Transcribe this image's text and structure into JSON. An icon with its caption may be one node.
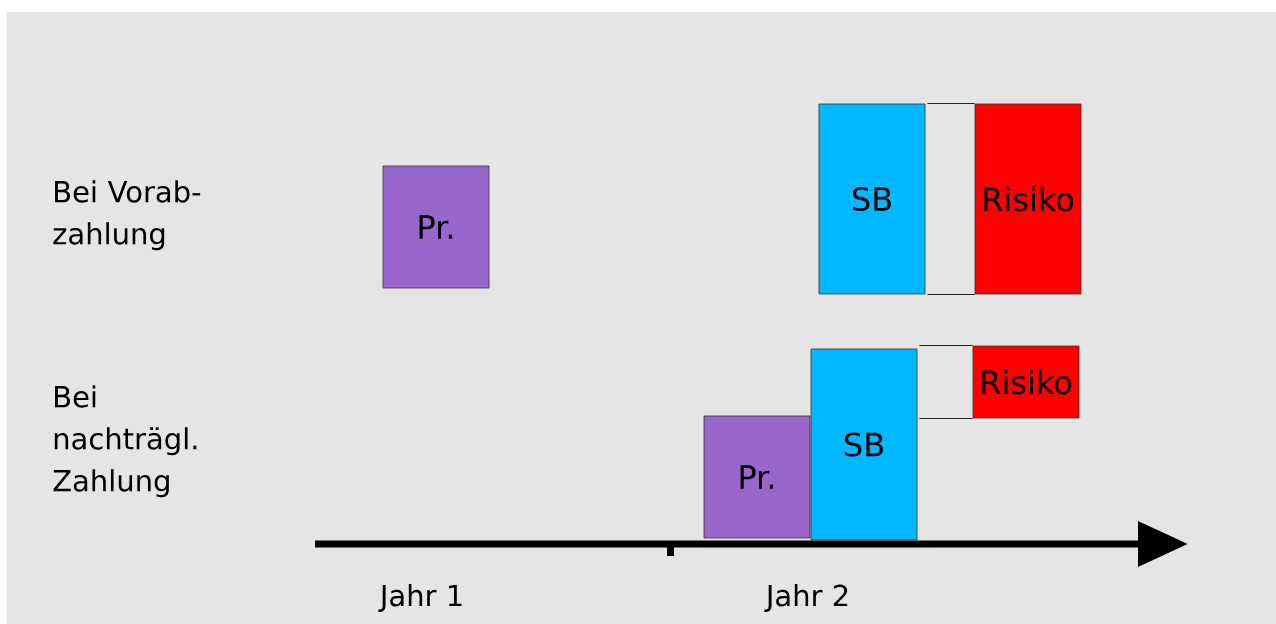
{
  "diagram": {
    "nodes": [
      {
        "text": [
          "Pr."
        ]
      },
      {
        "text": [
          "SB"
        ]
      },
      {
        "text": [
          "Risiko"
        ]
      },
      {
        "text": [
          "Pr."
        ]
      },
      {
        "text": [
          "SB"
        ]
      },
      {
        "text": [
          "Risiko"
        ]
      }
    ],
    "edges": [
      {
        "from": 1,
        "to": 2,
        "arrow": "none"
      },
      {
        "from": 1,
        "to": 2,
        "arrow": "none"
      },
      {
        "from": 4,
        "to": 5,
        "arrow": "none"
      },
      {
        "from": 4,
        "to": 5,
        "arrow": "none"
      }
    ],
    "labels": [
      "Bei Vorab- zahlung",
      "Bei nachträgl. Zahlung",
      "Jahr 1",
      "Jahr 2"
    ]
  }
}
